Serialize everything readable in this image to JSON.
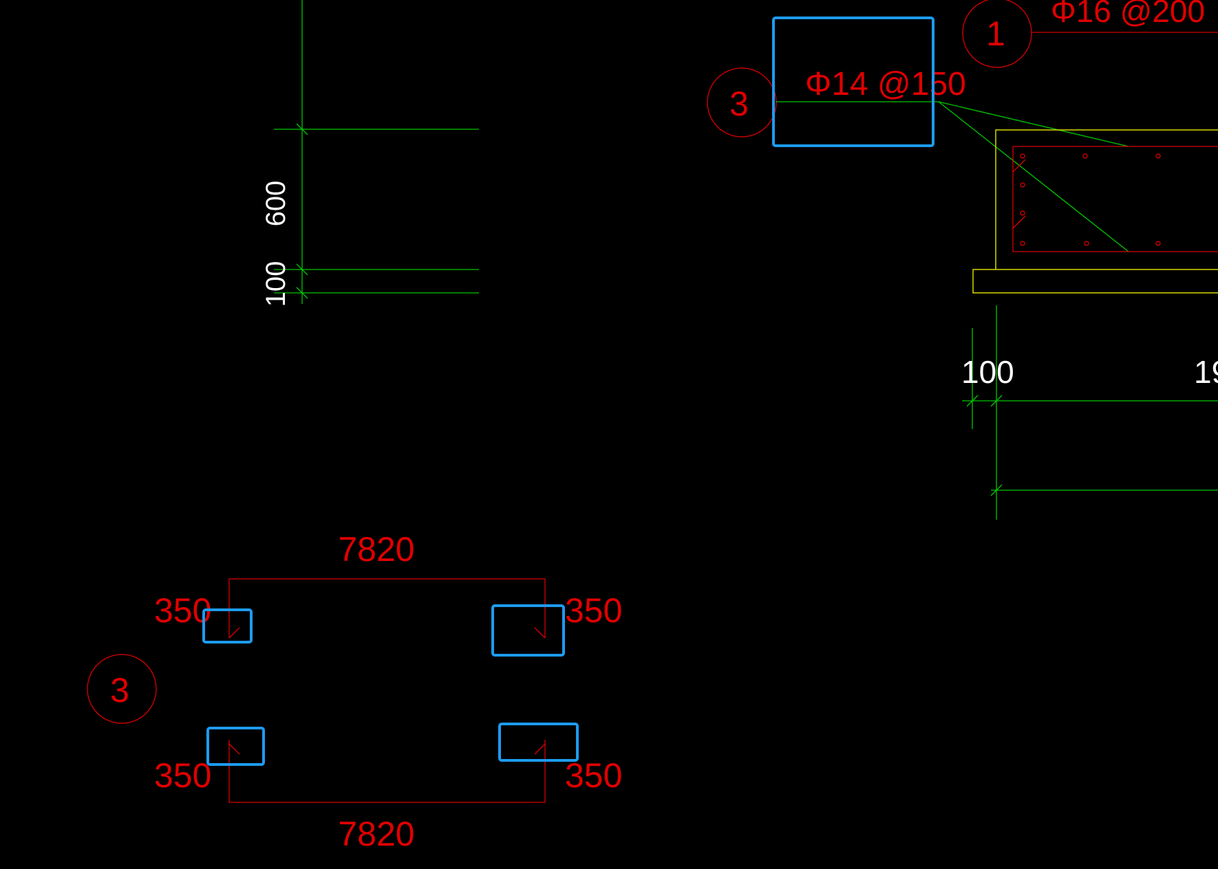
{
  "drawing": {
    "background": "#000000",
    "colors": {
      "dimension": "#00c800",
      "rebar": "#d80000",
      "outline": "#d8d800",
      "highlight": "#1e9bf0",
      "text_white": "#ffffff"
    },
    "callouts": {
      "top_marker_1": "1",
      "top_marker_3": "3",
      "bottom_marker_3": "3"
    },
    "rebar_labels": {
      "top_rebar": "Φ16 @200",
      "side_rebar": "Φ14 @150"
    },
    "dimensions": {
      "vertical_600": "600",
      "vertical_100": "100",
      "horizontal_100": "100",
      "horizontal_19x": "19"
    },
    "stirrup_detail": {
      "top_length": "7820",
      "bottom_length": "7820",
      "hook_top_left": "350",
      "hook_top_right": "350",
      "hook_bottom_left": "350",
      "hook_bottom_right": "350"
    }
  }
}
